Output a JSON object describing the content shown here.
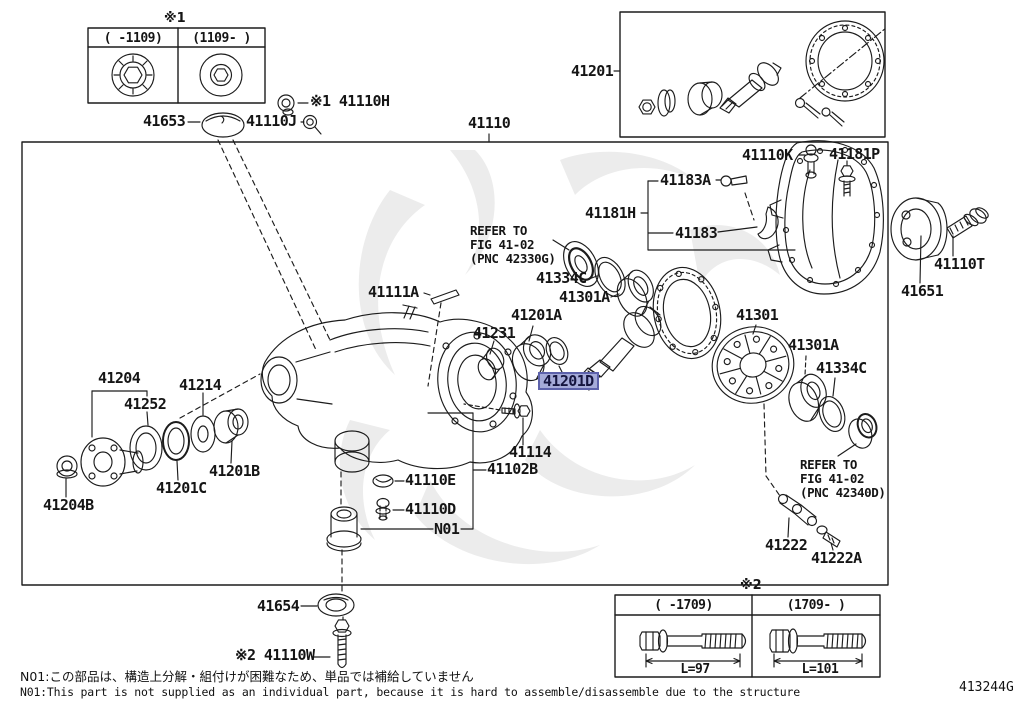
{
  "page": {
    "drawing_number": "413244G",
    "notes": {
      "jp": "N01:この部品は、構造上分解・組付けが困難なため、単品では補給していません",
      "en": "N01:This part is not supplied as an individual part, because it is hard to assemble/disassemble due to the structure"
    },
    "selected_part": "41201D"
  },
  "colors": {
    "line": "#1c1c1c",
    "highlight_fill": "#a5abd9",
    "highlight_border": "#5d62ab",
    "watermark": "#ececec"
  },
  "insets": {
    "top_left": {
      "marker": "※1",
      "col1": "(    -1109)",
      "col2": "(1109-    )"
    },
    "bottom_right": {
      "marker": "※2",
      "col1": "(   -1709)",
      "col2": "(1709-   )",
      "dim1": "L=97",
      "dim2": "L=101"
    }
  },
  "labels": [
    {
      "id": "inset1-marker",
      "text": "※1"
    },
    {
      "id": "41653",
      "text": "41653"
    },
    {
      "id": "41110J",
      "text": "41110J"
    },
    {
      "id": "41110H",
      "text": "※1 41110H"
    },
    {
      "id": "41110",
      "text": "41110"
    },
    {
      "id": "41201",
      "text": "41201"
    },
    {
      "id": "41110K",
      "text": "41110K"
    },
    {
      "id": "41181P",
      "text": "41181P"
    },
    {
      "id": "41183A",
      "text": "41183A"
    },
    {
      "id": "41181H",
      "text": "41181H"
    },
    {
      "id": "41183",
      "text": "41183"
    },
    {
      "id": "41110T",
      "text": "41110T"
    },
    {
      "id": "41651",
      "text": "41651"
    },
    {
      "id": "ref1-line1",
      "text": "REFER TO"
    },
    {
      "id": "ref1-line2",
      "text": "FIG 41-02"
    },
    {
      "id": "ref1-line3",
      "text": "(PNC 42330G)"
    },
    {
      "id": "41334C-upper",
      "text": "41334C"
    },
    {
      "id": "41301A-upper",
      "text": "41301A"
    },
    {
      "id": "41201A",
      "text": "41201A"
    },
    {
      "id": "41231",
      "text": "41231"
    },
    {
      "id": "41111A",
      "text": "41111A"
    },
    {
      "id": "41201D",
      "text": "41201D"
    },
    {
      "id": "41301",
      "text": "41301"
    },
    {
      "id": "41301A-right",
      "text": "41301A"
    },
    {
      "id": "41334C-right",
      "text": "41334C"
    },
    {
      "id": "ref2-line1",
      "text": "REFER TO"
    },
    {
      "id": "ref2-line2",
      "text": "FIG 41-02"
    },
    {
      "id": "ref2-line3",
      "text": "(PNC 42340D)"
    },
    {
      "id": "41222",
      "text": "41222"
    },
    {
      "id": "41222A",
      "text": "41222A"
    },
    {
      "id": "41204",
      "text": "41204"
    },
    {
      "id": "41214",
      "text": "41214"
    },
    {
      "id": "41252",
      "text": "41252"
    },
    {
      "id": "41201B",
      "text": "41201B"
    },
    {
      "id": "41201C",
      "text": "41201C"
    },
    {
      "id": "41204B",
      "text": "41204B"
    },
    {
      "id": "41114",
      "text": "41114"
    },
    {
      "id": "41102B",
      "text": "41102B"
    },
    {
      "id": "41110E",
      "text": "41110E"
    },
    {
      "id": "41110D",
      "text": "41110D"
    },
    {
      "id": "N01",
      "text": "N01"
    },
    {
      "id": "41654",
      "text": "41654"
    },
    {
      "id": "41110W",
      "text": "※2 41110W"
    },
    {
      "id": "drawing-number",
      "text": "413244G"
    }
  ]
}
